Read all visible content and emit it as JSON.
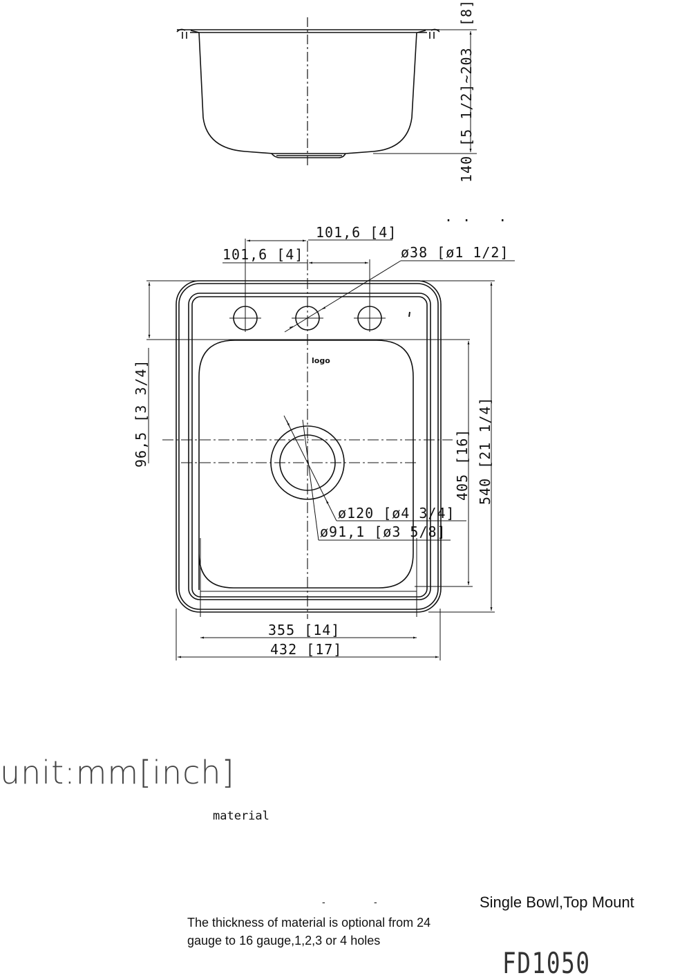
{
  "drawing": {
    "type": "technical-drawing",
    "subject": "kitchen sink",
    "side_view": {
      "depth_dimension": "140 [5 1/2]~203",
      "rim_dimension": "[8]"
    },
    "top_view": {
      "hole_spacing_left": "101,6 [4]",
      "hole_spacing_right": "101,6 [4]",
      "faucet_hole_diameter": "ø38 [ø1 1/2]",
      "drain_outer_diameter": "ø120 [ø4 3/4]",
      "drain_inner_diameter": "ø91,1 [ø3 5/8]",
      "deck_depth": "96,5 [3 3/4]",
      "bowl_length": "405 [16]",
      "overall_length": "540 [21 1/4]",
      "bowl_width": "355 [14]",
      "overall_width": "432 [17]",
      "logo_label": "logo",
      "faucet_holes": 3,
      "stray_marks": ". .   ."
    }
  },
  "units": {
    "label": "unit:mm[inch]"
  },
  "material": {
    "label": "material",
    "dashes": [
      "-",
      "-"
    ],
    "note": "The thickness of material is optional from 24 gauge to 16 gauge,1,2,3 or 4 holes"
  },
  "product": {
    "title": "Single Bowl,Top Mount",
    "model": "FD1050"
  }
}
